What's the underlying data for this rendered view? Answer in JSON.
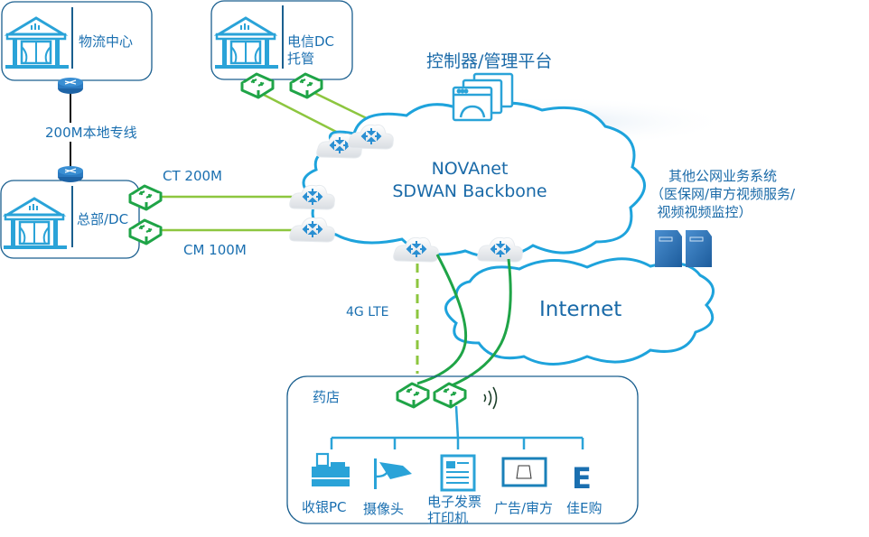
{
  "colors": {
    "accent_blue": "#1ea3dc",
    "text_blue": "#1a6fb0",
    "green": "#1fa447",
    "light_green": "#8dc63f",
    "box_border": "#1a5f8f"
  },
  "sites": {
    "logistics": {
      "label": "物流中心",
      "icon": "building-icon"
    },
    "telecom_dc": {
      "label_line1": "电信DC",
      "label_line2": "托管",
      "icon": "building-icon"
    },
    "headquarters": {
      "label": "总部/DC",
      "icon": "building-icon"
    }
  },
  "links": {
    "local_line": "200M本地专线",
    "ct": "CT 200M",
    "cm": "CM 100M",
    "lte": "4G LTE"
  },
  "controller": {
    "label": "控制器/管理平台",
    "icon": "management-console-icon"
  },
  "backbone": {
    "line1": "NOVAnet",
    "line2": "SDWAN Backbone"
  },
  "internet": {
    "label": "Internet"
  },
  "other_systems": {
    "line1": "其他公网业务系统",
    "line2": "（医保网/审方视频服务/",
    "line3": "视频视频监控）",
    "icon": "server-icon"
  },
  "store": {
    "label": "药店",
    "devices": [
      {
        "label": "收银PC",
        "label2": "",
        "icon": "cash-register-icon"
      },
      {
        "label": "摄像头",
        "label2": "",
        "icon": "camera-icon"
      },
      {
        "label": "电子发票",
        "label2": "打印机",
        "icon": "printer-icon"
      },
      {
        "label": "广告/审方",
        "label2": "",
        "icon": "display-icon"
      },
      {
        "label": "佳E购",
        "label2": "",
        "icon": "e-shop-icon"
      }
    ]
  }
}
